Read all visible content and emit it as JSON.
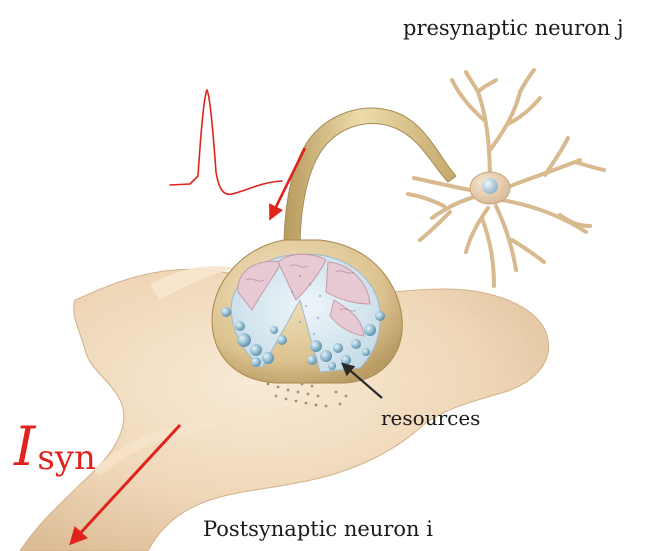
{
  "labels": {
    "presynaptic": "presynaptic neuron j",
    "resources": "resources",
    "postsynaptic": "Postsynaptic neuron i",
    "current_symbol": "I",
    "current_subscript": "syn"
  },
  "colors": {
    "accent_red": "#e0231c",
    "tissue": "#f1dcc0",
    "vesicle_blue": "#8fb9cf",
    "axon": "#d8c48c"
  },
  "icons": {
    "spike": "action-potential-trace",
    "neuron": "presynaptic-neuron-cell",
    "terminal": "synaptic-terminal-cutaway"
  }
}
